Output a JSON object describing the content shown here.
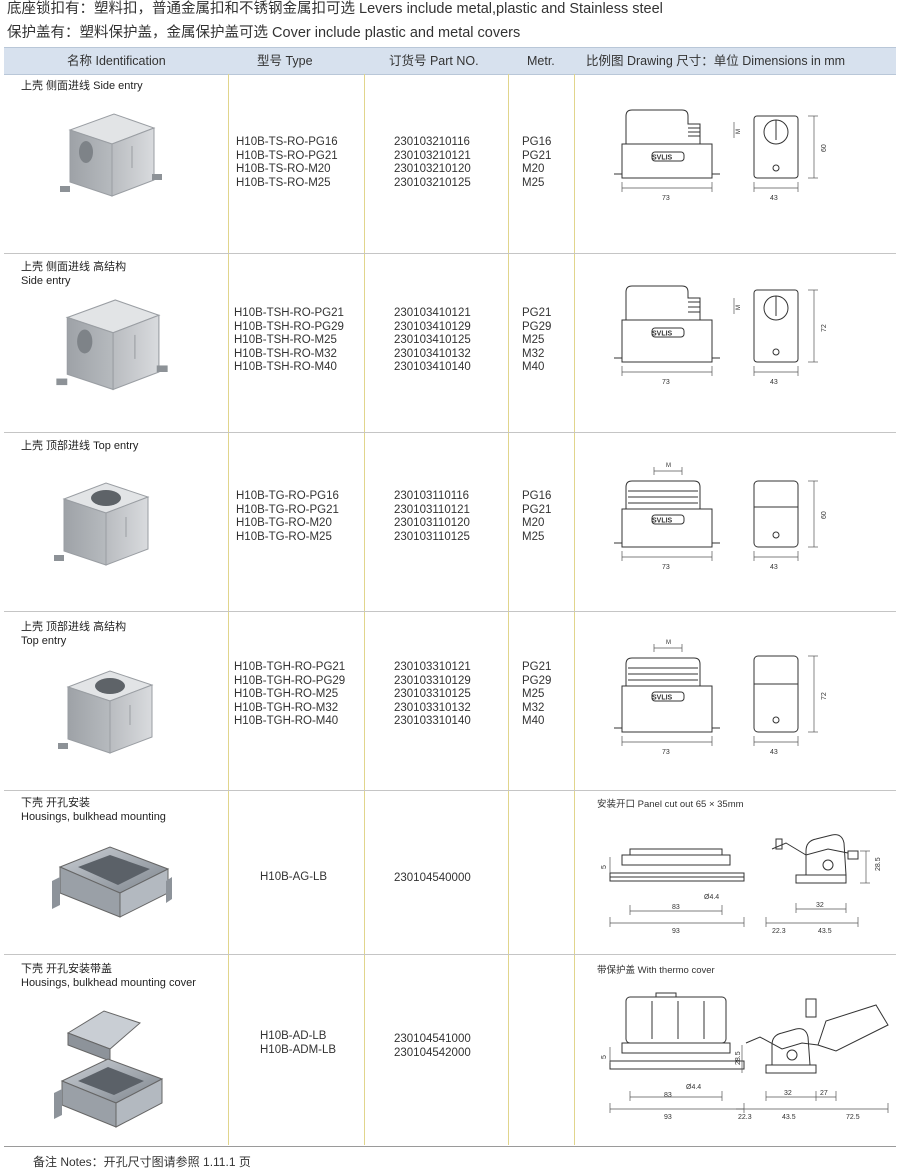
{
  "intro": {
    "line1": "底座锁扣有：塑料扣，普通金属扣和不锈钢金属扣可选  Levers include metal,plastic and Stainless steel",
    "line2": "保护盖有：塑料保护盖，金属保护盖可选  Cover  include plastic and metal  covers"
  },
  "header": {
    "identification": "名称  Identification",
    "type": "型号 Type",
    "part_no": "订货号 Part NO.",
    "metr": "Metr.",
    "drawing": "比例图 Drawing   尺寸：单位 Dimensions in mm"
  },
  "rows": [
    {
      "label": [
        "上壳  侧面进线 Side entry"
      ],
      "types": [
        "H10B-TS-RO-PG16",
        "H10B-TS-RO-PG21",
        "H10B-TS-RO-M20",
        "H10B-TS-RO-M25"
      ],
      "parts": [
        "230103210116",
        "230103210121",
        "230103210120",
        "230103210125"
      ],
      "metr": [
        "PG16",
        "PG21",
        "M20",
        "M25"
      ],
      "dims": {
        "width": "73",
        "depth": "43",
        "height": "60",
        "thread": "M"
      }
    },
    {
      "label": [
        "上壳  侧面进线  高结构",
        "Side entry"
      ],
      "types": [
        "H10B-TSH-RO-PG21",
        "H10B-TSH-RO-PG29",
        "H10B-TSH-RO-M25",
        "H10B-TSH-RO-M32",
        "H10B-TSH-RO-M40"
      ],
      "parts": [
        "230103410121",
        "230103410129",
        "230103410125",
        "230103410132",
        "230103410140"
      ],
      "metr": [
        "PG21",
        "PG29",
        "M25",
        "M32",
        "M40"
      ],
      "dims": {
        "width": "73",
        "depth": "43",
        "height": "72",
        "thread": "M"
      }
    },
    {
      "label": [
        "上壳  顶部进线 Top entry"
      ],
      "types": [
        "H10B-TG-RO-PG16",
        "H10B-TG-RO-PG21",
        "H10B-TG-RO-M20",
        "H10B-TG-RO-M25"
      ],
      "parts": [
        "230103110116",
        "230103110121",
        "230103110120",
        "230103110125"
      ],
      "metr": [
        "PG16",
        "PG21",
        "M20",
        "M25"
      ],
      "dims": {
        "width": "73",
        "depth": "43",
        "height": "60",
        "thread": "M"
      }
    },
    {
      "label": [
        "上壳  顶部进线  高结构",
        "Top entry"
      ],
      "types": [
        "H10B-TGH-RO-PG21",
        "H10B-TGH-RO-PG29",
        "H10B-TGH-RO-M25",
        "H10B-TGH-RO-M32",
        "H10B-TGH-RO-M40"
      ],
      "parts": [
        "230103310121",
        "230103310129",
        "230103310125",
        "230103310132",
        "230103310140"
      ],
      "metr": [
        "PG21",
        "PG29",
        "M25",
        "M32",
        "M40"
      ],
      "dims": {
        "width": "73",
        "depth": "43",
        "height": "72",
        "thread": "M"
      }
    },
    {
      "label": [
        "下壳  开孔安装",
        "Housings, bulkhead mounting"
      ],
      "types": [
        "H10B-AG-LB"
      ],
      "parts": [
        "230104540000"
      ],
      "metr": [],
      "drawing_title": "安装开口 Panel cut out 65 × 35mm",
      "dims": {
        "d1": "5",
        "d2": "Ø4.4",
        "d3": "83",
        "d4": "93",
        "d5": "28.5",
        "d6": "32",
        "d7": "22.3",
        "d8": "43.5"
      }
    },
    {
      "label": [
        "下壳  开孔安装带盖",
        "Housings, bulkhead mounting cover"
      ],
      "types": [
        "H10B-AD-LB",
        "H10B-ADM-LB"
      ],
      "parts": [
        "230104541000",
        "230104542000"
      ],
      "metr": [],
      "drawing_title": "带保护盖 With thermo cover",
      "dims": {
        "d1": "5",
        "d2": "Ø4.4",
        "d3": "83",
        "d4": "93",
        "d5": "28.5",
        "d6": "32",
        "d7": "22.3",
        "d8": "43.5",
        "d9": "27",
        "d10": "72.5"
      }
    }
  ],
  "brand": "SVLIS",
  "notes": "备注 Notes：开孔尺寸图请参照 1.11.1 页"
}
